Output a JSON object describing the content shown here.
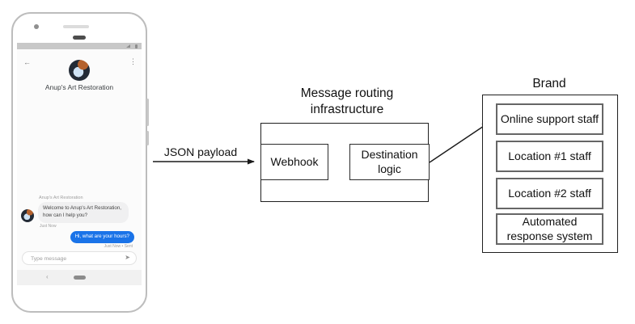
{
  "phone": {
    "status_bar": {
      "icons": [
        "signal-icon",
        "battery-icon"
      ]
    },
    "header": {
      "back_icon": "←",
      "menu_icon": "⋮",
      "title": "Anup's Art Restoration"
    },
    "conversation": {
      "sender_name": "Anup's Art Restoration",
      "incoming": {
        "text": "Welcome to Anup's Art Restoration, how can I help you?",
        "time": "Just Now"
      },
      "outgoing": {
        "text": "Hi, what are your hours?",
        "status": "Just Now • Sent"
      }
    },
    "composer": {
      "placeholder": "Type message",
      "send_icon": "➤"
    },
    "nav": {
      "back_icon": "‹"
    }
  },
  "diagram": {
    "payload_label": "JSON payload",
    "routing": {
      "title": "Message routing infrastructure",
      "webhook": "Webhook",
      "destination": "Destination logic"
    },
    "brand": {
      "title": "Brand",
      "boxes": [
        "Online support staff",
        "Location #1 staff",
        "Location #2 staff",
        "Automated response system"
      ]
    }
  },
  "colors": {
    "outgoing_bubble": "#1a73e8",
    "incoming_bubble": "#f0f0f1",
    "timestamp_text": "#9e9e9e",
    "box_border": "#1f1f1f",
    "brand_item_border": "#666666"
  }
}
